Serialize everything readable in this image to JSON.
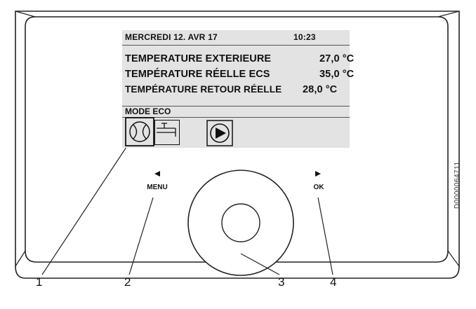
{
  "display": {
    "date": "MERCREDI 12. AVR 17",
    "time": "10:23",
    "rows": [
      {
        "label": "TEMPERATURE EXTERIEURE",
        "value": "27,0 °C"
      },
      {
        "label": "TEMPÉRATURE RÉELLE ECS",
        "value": "35,0 °C"
      },
      {
        "label": "TEMPÉRATURE RETOUR RÉELLE",
        "value": "28,0 °C"
      }
    ],
    "mode": "MODE ECO"
  },
  "buttons": {
    "menu": "MENU",
    "ok": "OK"
  },
  "callouts": [
    "1",
    "2",
    "3",
    "4"
  ],
  "doc_id": "D0000064711",
  "icons": [
    "compressor-icon",
    "hot-water-tap-icon",
    "circulation-pump-icon"
  ]
}
